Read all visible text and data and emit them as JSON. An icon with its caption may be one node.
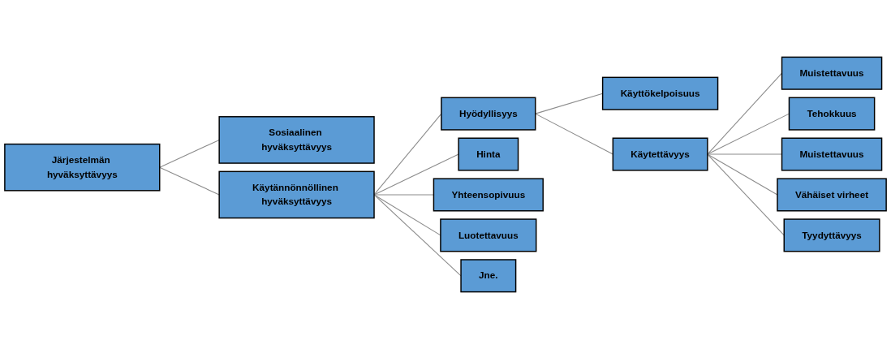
{
  "diagram": {
    "nodes": [
      {
        "text": [
          "Järjestelmän hyväksyttävyys"
        ]
      },
      {
        "text": [
          "Sosiaalinen hyväksyttävyys"
        ]
      },
      {
        "text": [
          "Käytännönnöllinen hyväksyttävyys"
        ]
      },
      {
        "text": [
          "Hyödyllisyys"
        ]
      },
      {
        "text": [
          "Hinta"
        ]
      },
      {
        "text": [
          "Yhteensopivuus"
        ]
      },
      {
        "text": [
          "Luotettavuus"
        ]
      },
      {
        "text": [
          "Jne."
        ]
      },
      {
        "text": [
          "Käyttökelpoisuus"
        ]
      },
      {
        "text": [
          "Käytettävyys"
        ]
      },
      {
        "text": [
          "Muistettavuus"
        ]
      },
      {
        "text": [
          "Tehokkuus"
        ]
      },
      {
        "text": [
          "Muistettavuus"
        ]
      },
      {
        "text": [
          "Vähäiset virheet"
        ]
      },
      {
        "text": [
          "Tyydyttävyys"
        ]
      }
    ],
    "edges": [
      {
        "from": 0,
        "to": 1,
        "arrow": "none"
      },
      {
        "from": 0,
        "to": 2,
        "arrow": "none"
      },
      {
        "from": 2,
        "to": 3,
        "arrow": "none"
      },
      {
        "from": 2,
        "to": 4,
        "arrow": "none"
      },
      {
        "from": 2,
        "to": 5,
        "arrow": "none"
      },
      {
        "from": 2,
        "to": 6,
        "arrow": "none"
      },
      {
        "from": 2,
        "to": 7,
        "arrow": "none"
      },
      {
        "from": 3,
        "to": 8,
        "arrow": "none"
      },
      {
        "from": 3,
        "to": 9,
        "arrow": "none"
      },
      {
        "from": 9,
        "to": 10,
        "arrow": "none"
      },
      {
        "from": 9,
        "to": 11,
        "arrow": "none"
      },
      {
        "from": 9,
        "to": 12,
        "arrow": "none"
      },
      {
        "from": 9,
        "to": 13,
        "arrow": "none"
      },
      {
        "from": 9,
        "to": 14,
        "arrow": "none"
      }
    ]
  }
}
